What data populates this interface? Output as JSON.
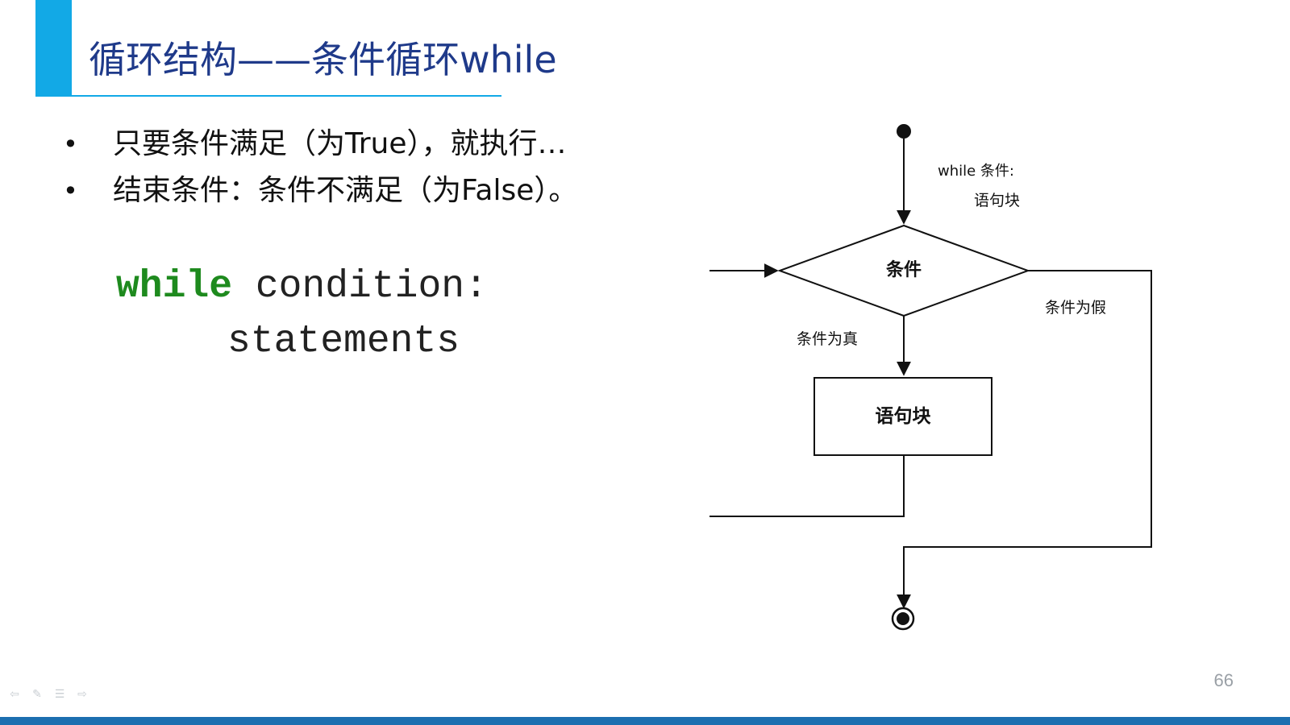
{
  "slide": {
    "title": "循环结构——条件循环while",
    "bullets": [
      "只要条件满足（为True），就执行…",
      "结束条件：条件不满足（为False）。"
    ],
    "bullet_symbol": "•",
    "code": {
      "keyword": "while",
      "line1_rest": " condition:",
      "line2": "statements"
    },
    "page_number": "66"
  },
  "flowchart": {
    "loop_header_line1": "while 条件:",
    "loop_header_line2": "语句块",
    "decision_label": "条件",
    "true_branch_label": "条件为真",
    "false_branch_label": "条件为假",
    "body_label": "语句块"
  },
  "nav_icons": [
    "back-arrow-icon",
    "pen-icon",
    "menu-icon",
    "forward-arrow-icon"
  ],
  "colors": {
    "accent": "#12a9e6",
    "title": "#1f3a8a",
    "keyword": "#1e8a1e",
    "bottom_bar": "#1c6fb0"
  }
}
